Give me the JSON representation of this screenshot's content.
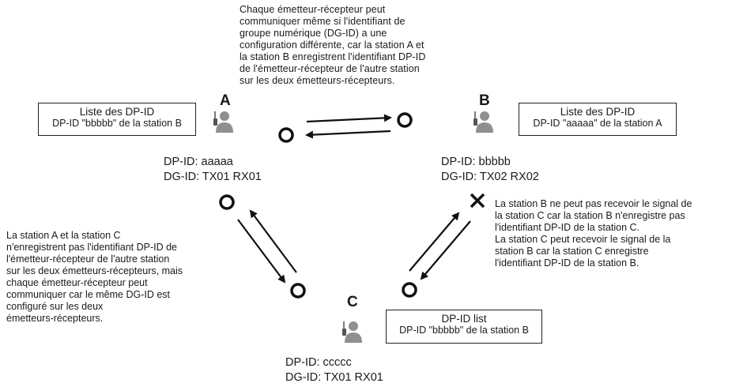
{
  "top_note": "Chaque émetteur-récepteur peut\ncommuniquer même si l'identifiant de\ngroupe numérique (DG-ID) a une\nconfiguration différente, car la station A et\nla station B enregistrent l'identifiant DP-ID\nde l'émetteur-récepteur de l'autre station\nsur les deux émetteurs-récepteurs.",
  "left_note": "La station A et la station C\nn'enregistrent pas l'identifiant DP-ID de\nl'émetteur-récepteur de l'autre station\nsur les deux émetteurs-récepteurs, mais\nchaque émetteur-récepteur peut\ncommuniquer car le même DG-ID est\nconfiguré sur les deux\németteurs-récepteurs.",
  "right_note": "La station B ne peut pas recevoir le signal de\nla station C car la station B n'enregistre pas\nl'identifiant DP-ID de la station C.\nLa station C peut recevoir le signal de la\nstation B car la station C enregistre\nl'identifiant DP-ID de la station B.",
  "stations": {
    "a": {
      "letter": "A",
      "dp_id": "DP-ID: aaaaa",
      "dg_id": "DG-ID: TX01 RX01",
      "list_title": "Liste des DP-ID",
      "list_entry": "DP-ID \"bbbbb\" de la station B"
    },
    "b": {
      "letter": "B",
      "dp_id": "DP-ID: bbbbb",
      "dg_id": "DG-ID: TX02 RX02",
      "list_title": "Liste des DP-ID",
      "list_entry": "DP-ID \"aaaaa\" de la station A"
    },
    "c": {
      "letter": "C",
      "dp_id": "DP-ID: ccccc",
      "dg_id": "DG-ID: TX01 RX01",
      "list_title": "DP-ID list",
      "list_entry": "DP-ID \"bbbbb\" de la station B"
    }
  },
  "links": {
    "a_b": {
      "a_end": "ok",
      "b_end": "ok"
    },
    "a_c": {
      "a_end": "ok",
      "c_end": "ok"
    },
    "b_c": {
      "b_end": "fail",
      "c_end": "ok"
    }
  },
  "colors": {
    "person": "#8f8f8f",
    "line": "#111111"
  }
}
